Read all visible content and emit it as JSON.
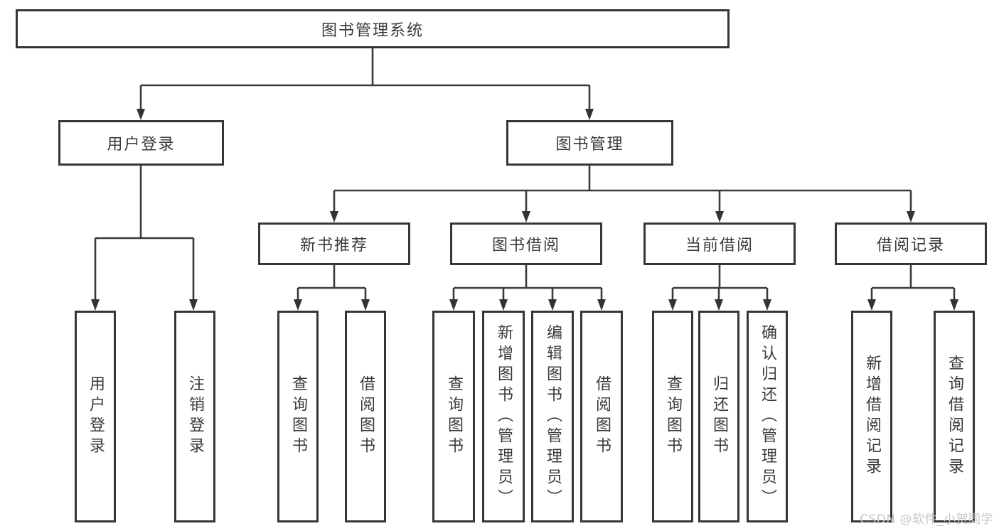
{
  "diagram": {
    "root": {
      "label": "图书管理系统"
    },
    "level2": {
      "user_login": {
        "label": "用户登录"
      },
      "book_management": {
        "label": "图书管理"
      }
    },
    "level3": {
      "new_book_recommend": {
        "label": "新书推荐"
      },
      "book_borrow": {
        "label": "图书借阅"
      },
      "current_borrow": {
        "label": "当前借阅"
      },
      "borrow_record": {
        "label": "借阅记录"
      }
    },
    "leaves": {
      "user_login": {
        "label": "用户登录"
      },
      "logout": {
        "label": "注销登录"
      },
      "recommend_query_book": {
        "label": "查询图书"
      },
      "recommend_borrow_book": {
        "label": "借阅图书"
      },
      "borrow_query_book": {
        "label": "查询图书"
      },
      "borrow_add_book": {
        "label": "新增图书（管理员）"
      },
      "borrow_edit_book": {
        "label": "编辑图书（管理员）"
      },
      "borrow_borrow_book": {
        "label": "借阅图书"
      },
      "current_query_book": {
        "label": "查询图书"
      },
      "current_return_book": {
        "label": "归还图书"
      },
      "current_confirm_return": {
        "label": "确认归还（管理员）"
      },
      "record_add": {
        "label": "新增借阅记录"
      },
      "record_query": {
        "label": "查询借阅记录"
      }
    }
  },
  "watermark": {
    "text": "CSDN @软件_小贺同学"
  },
  "colors": {
    "line": "#3a3a3a",
    "box_border": "#363636",
    "box_fill": "#ffffff",
    "text": "#3a3a3a",
    "watermark": "#c7c7c7",
    "background": "#ffffff"
  }
}
